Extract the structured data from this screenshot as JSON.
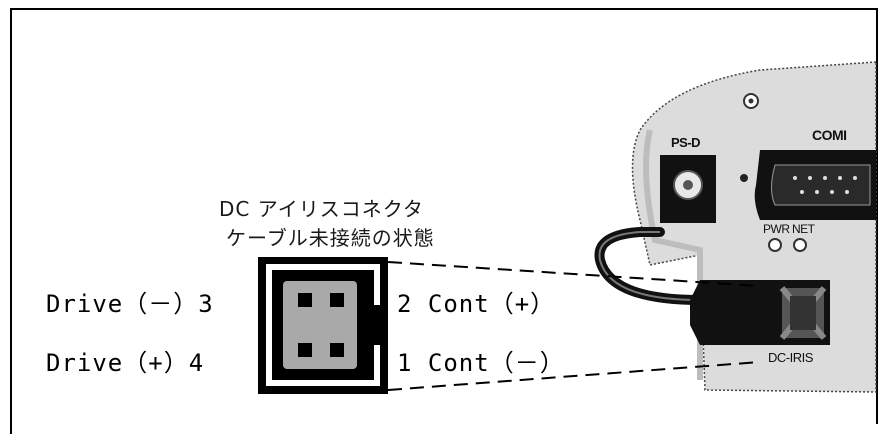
{
  "caption": {
    "line1": "DC アイリスコネクタ",
    "line2": "ケーブル未接続の状態"
  },
  "pins": {
    "top_left": "Drive（－）3",
    "bottom_left": "Drive（+）4",
    "top_right": "2 Cont（+）",
    "bottom_right": "1 Cont（－）"
  },
  "device": {
    "psd": "PS-D",
    "com": "COMI",
    "pwr": "PWR",
    "net": "NET",
    "dciris": "DC-IRIS"
  },
  "colors": {
    "line": "#000000",
    "device_body": "#dcdcdc",
    "connector_pin": "#a9a9a9"
  }
}
